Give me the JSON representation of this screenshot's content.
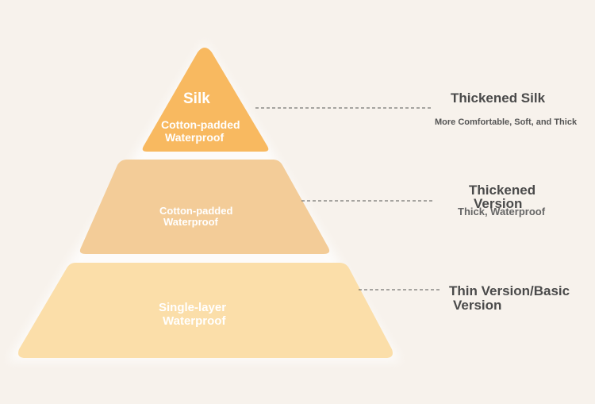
{
  "pyramid": {
    "top": {
      "title": "Silk",
      "line1": "Cotton-padded",
      "line2": "Waterproof",
      "color": "#f8b960"
    },
    "middle": {
      "line1": "Cotton-padded",
      "line2": "Waterproof",
      "color": "#f3cc98"
    },
    "bottom": {
      "line1": "Single-layer",
      "line2": "Waterproof",
      "color": "#fbdea9"
    }
  },
  "labels": {
    "top": {
      "title": "Thickened Silk",
      "subtitle": "More Comfortable, Soft, and Thick"
    },
    "middle": {
      "title_line1": "Thickened",
      "title_line2": "Version",
      "subtitle": "Thick, Waterproof"
    },
    "bottom": {
      "title_line1": "Thin Version/Basic",
      "title_line2": "Version"
    }
  },
  "colors": {
    "background": "#f7f2ec",
    "label_text": "#4a4a4a",
    "connector_line": "#555555"
  }
}
